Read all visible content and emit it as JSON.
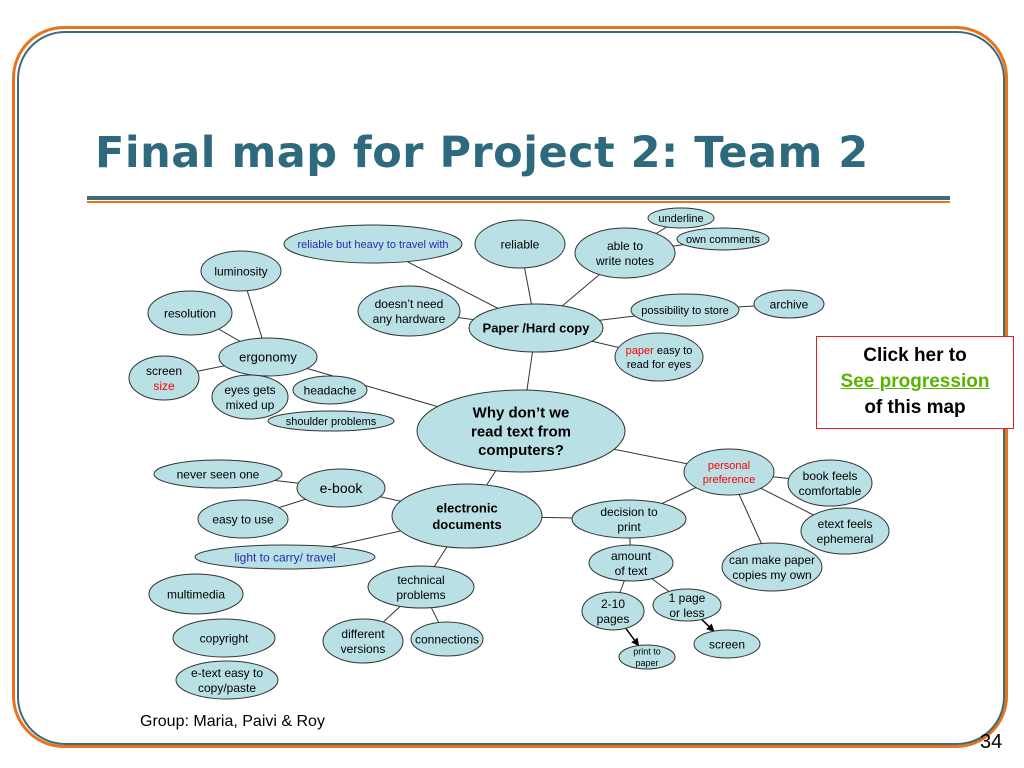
{
  "slide": {
    "title": "Final map for Project 2: Team 2",
    "callout": {
      "line1": "Click her to",
      "link": "See progression",
      "line3": "of this map"
    },
    "group": "Group: Maria, Paivi & Roy",
    "page_number": "34"
  },
  "colors": {
    "node_fill": "#b9e0e5",
    "node_stroke": "#333333",
    "highlight": "#ff0000",
    "blue_text": "#2b2bb0",
    "accent_orange": "#e8731a",
    "accent_teal": "#2e6a7d",
    "link_green": "#59b400"
  },
  "map": {
    "nodes": [
      {
        "id": "center",
        "lines": [
          "Why don’t we",
          "read text from",
          "computers?"
        ],
        "bold": true
      },
      {
        "id": "paper",
        "lines": [
          "Paper /Hard copy"
        ],
        "bold": true
      },
      {
        "id": "reliable_heavy",
        "lines": [
          "reliable but heavy to travel with"
        ],
        "color": "blue"
      },
      {
        "id": "reliable",
        "lines": [
          "reliable"
        ]
      },
      {
        "id": "write_notes",
        "lines": [
          "able to",
          "write notes"
        ]
      },
      {
        "id": "underline",
        "lines": [
          "underline"
        ]
      },
      {
        "id": "own_comments",
        "lines": [
          "own comments"
        ]
      },
      {
        "id": "no_hardware",
        "lines": [
          "doesn’t need",
          "any hardware"
        ]
      },
      {
        "id": "store",
        "lines": [
          "possibility to store"
        ]
      },
      {
        "id": "archive",
        "lines": [
          "archive"
        ]
      },
      {
        "id": "easy_eyes",
        "segments": [
          [
            {
              "t": "paper",
              "red": true
            },
            {
              "t": " easy to"
            }
          ],
          [
            {
              "t": "read for eyes"
            }
          ]
        ]
      },
      {
        "id": "luminosity",
        "lines": [
          "luminosity"
        ]
      },
      {
        "id": "resolution",
        "lines": [
          "resolution"
        ]
      },
      {
        "id": "ergonomy",
        "lines": [
          "ergonomy"
        ]
      },
      {
        "id": "screen_size",
        "segments": [
          [
            {
              "t": "screen"
            }
          ],
          [
            {
              "t": "size",
              "red": true
            }
          ]
        ]
      },
      {
        "id": "eyes_mixed",
        "lines": [
          "eyes gets",
          "mixed up"
        ]
      },
      {
        "id": "headache",
        "lines": [
          "headache"
        ]
      },
      {
        "id": "shoulder",
        "lines": [
          "shoulder problems"
        ]
      },
      {
        "id": "personal",
        "lines": [
          "personal",
          "preference"
        ],
        "color": "red"
      },
      {
        "id": "book_feels",
        "lines": [
          "book feels",
          "comfortable"
        ]
      },
      {
        "id": "etext_feels",
        "lines": [
          "etext feels",
          "ephemeral"
        ]
      },
      {
        "id": "copies",
        "lines": [
          "can make paper",
          "copies my own"
        ]
      },
      {
        "id": "decision",
        "lines": [
          "decision to",
          "print"
        ]
      },
      {
        "id": "amount",
        "lines": [
          "amount",
          "of text"
        ]
      },
      {
        "id": "pages210",
        "lines": [
          "2-10",
          "pages"
        ]
      },
      {
        "id": "page1",
        "lines": [
          "1 page",
          "or less"
        ]
      },
      {
        "id": "print_paper",
        "lines": [
          "print to",
          "paper"
        ]
      },
      {
        "id": "screen",
        "lines": [
          "screen"
        ]
      },
      {
        "id": "electronic",
        "lines": [
          "electronic",
          "documents"
        ],
        "bold": true
      },
      {
        "id": "ebook",
        "lines": [
          "e-book"
        ]
      },
      {
        "id": "never_seen",
        "lines": [
          "never seen one"
        ]
      },
      {
        "id": "easy_use",
        "lines": [
          "easy to use"
        ]
      },
      {
        "id": "light",
        "lines": [
          "light to carry/ travel"
        ],
        "color": "blue"
      },
      {
        "id": "multimedia",
        "lines": [
          "multimedia"
        ]
      },
      {
        "id": "copyright",
        "lines": [
          "copyright"
        ]
      },
      {
        "id": "etext_copy",
        "lines": [
          "e-text easy to",
          "copy/paste"
        ]
      },
      {
        "id": "technical",
        "lines": [
          "technical",
          "problems"
        ]
      },
      {
        "id": "versions",
        "lines": [
          "different",
          "versions"
        ]
      },
      {
        "id": "connections",
        "lines": [
          "connections"
        ]
      }
    ],
    "edges": [
      [
        "center",
        "paper"
      ],
      [
        "center",
        "ergonomy"
      ],
      [
        "center",
        "personal"
      ],
      [
        "center",
        "electronic"
      ],
      [
        "paper",
        "reliable_heavy"
      ],
      [
        "paper",
        "reliable"
      ],
      [
        "paper",
        "write_notes"
      ],
      [
        "paper",
        "no_hardware"
      ],
      [
        "paper",
        "store"
      ],
      [
        "paper",
        "easy_eyes"
      ],
      [
        "write_notes",
        "underline"
      ],
      [
        "write_notes",
        "own_comments"
      ],
      [
        "store",
        "archive"
      ],
      [
        "ergonomy",
        "luminosity"
      ],
      [
        "ergonomy",
        "resolution"
      ],
      [
        "ergonomy",
        "screen_size"
      ],
      [
        "ergonomy",
        "eyes_mixed"
      ],
      [
        "personal",
        "book_feels"
      ],
      [
        "personal",
        "etext_feels"
      ],
      [
        "personal",
        "copies"
      ],
      [
        "personal",
        "decision"
      ],
      [
        "decision",
        "amount"
      ],
      [
        "amount",
        "pages210"
      ],
      [
        "amount",
        "page1"
      ],
      [
        "electronic",
        "decision"
      ],
      [
        "electronic",
        "ebook"
      ],
      [
        "electronic",
        "light"
      ],
      [
        "electronic",
        "technical"
      ],
      [
        "ebook",
        "never_seen"
      ],
      [
        "ebook",
        "easy_use"
      ],
      [
        "technical",
        "versions"
      ],
      [
        "technical",
        "connections"
      ]
    ],
    "arrows": [
      [
        "pages210",
        "print_paper"
      ],
      [
        "page1",
        "screen"
      ]
    ]
  }
}
